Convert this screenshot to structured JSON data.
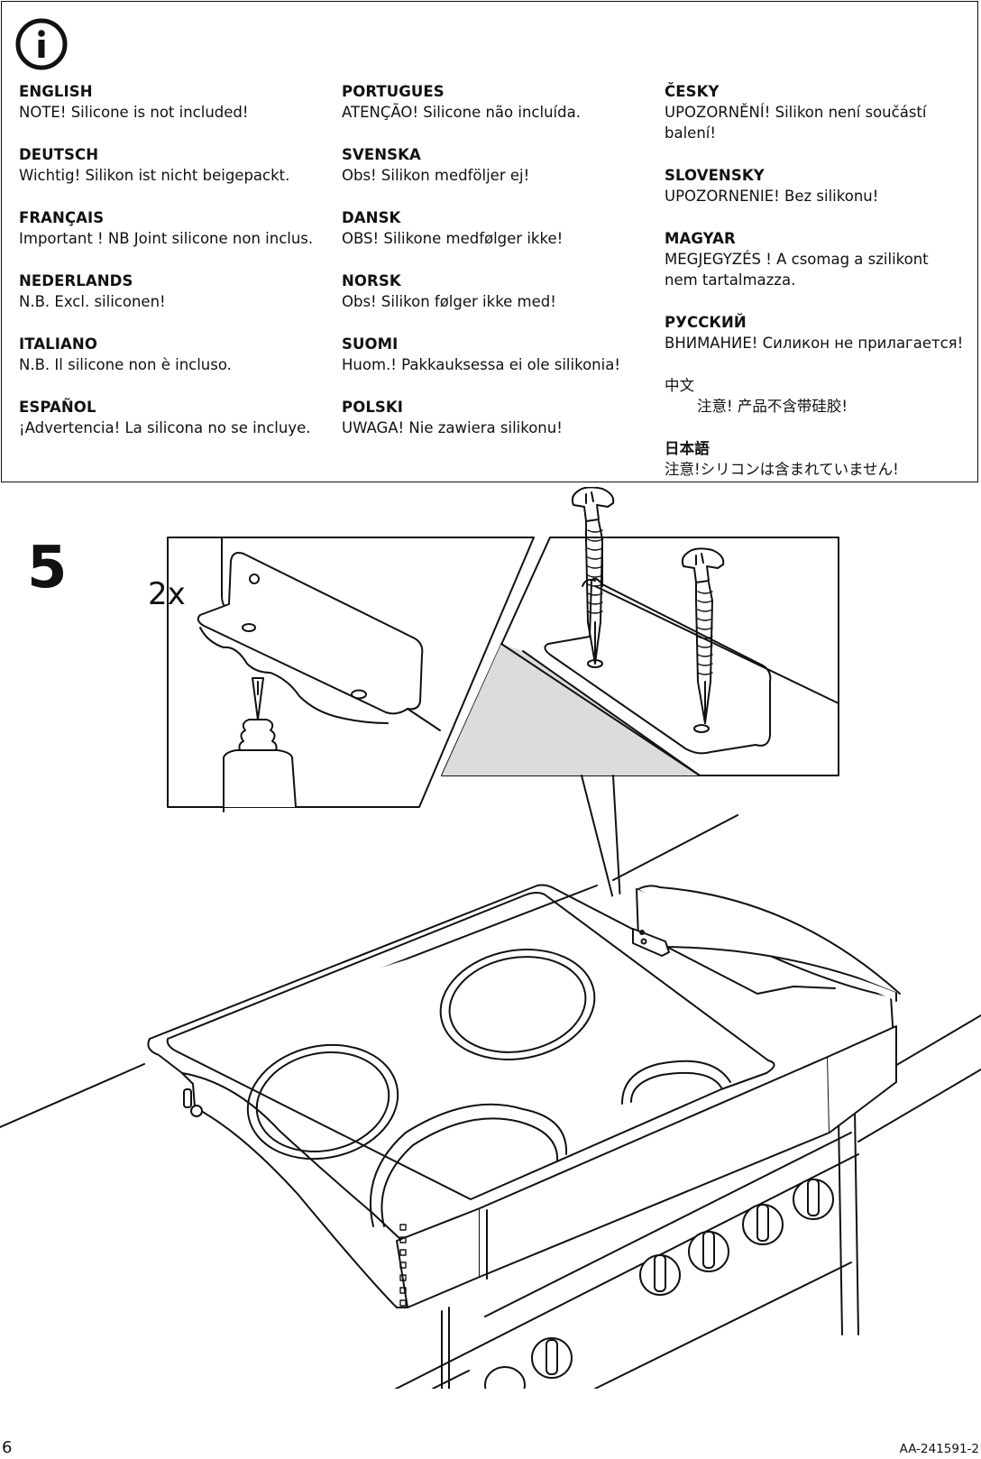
{
  "notice": {
    "icon": "info-icon",
    "columns": [
      [
        {
          "lang": "ENGLISH",
          "text": "NOTE! Silicone is not included!"
        },
        {
          "lang": "DEUTSCH",
          "text": "Wichtig! Silikon ist nicht beigepackt."
        },
        {
          "lang": "FRANÇAIS",
          "text": "Important ! NB Joint silicone non inclus."
        },
        {
          "lang": "NEDERLANDS",
          "text": "N.B. Excl. siliconen!"
        },
        {
          "lang": "ITALIANO",
          "text": "N.B. Il silicone non è incluso."
        },
        {
          "lang": "ESPAÑOL",
          "text": "¡Advertencia! La silicona no se incluye."
        }
      ],
      [
        {
          "lang": "PORTUGUES",
          "text": "ATENÇÃO! Silicone não incluída."
        },
        {
          "lang": "SVENSKA",
          "text": "Obs! Silikon medföljer ej!"
        },
        {
          "lang": "DANSK",
          "text": "OBS! Silikone medfølger ikke!"
        },
        {
          "lang": "NORSK",
          "text": "Obs! Silikon følger ikke med!"
        },
        {
          "lang": "SUOMI",
          "text": "Huom.! Pakkauksessa ei ole silikonia!"
        },
        {
          "lang": "POLSKI",
          "text": "UWAGA! Nie zawiera silikonu!"
        }
      ],
      [
        {
          "lang": "ČESKY",
          "text_lines": [
            "UPOZORNĚNÍ! Silikon není součástí",
            "balení!"
          ]
        },
        {
          "lang": "SLOVENSKY",
          "text": "UPOZORNENIE! Bez silikonu!"
        },
        {
          "lang": "MAGYAR",
          "text_lines": [
            "MEGJEGYZÉS ! A csomag a szilikont",
            "nem tartalmazza."
          ]
        },
        {
          "lang": "РУССКИЙ",
          "text": "ВНИМАНИЕ! Силикон не прилагается!"
        },
        {
          "lang": "中文",
          "text": "注意!   产品不含带硅胶!"
        },
        {
          "lang": "日本語",
          "text": "注意!シリコンは含まれていません!"
        }
      ]
    ]
  },
  "step": {
    "number": "5",
    "quantity": "2x"
  },
  "footer": {
    "page_number": "6",
    "doc_code": "AA-241591-2"
  }
}
